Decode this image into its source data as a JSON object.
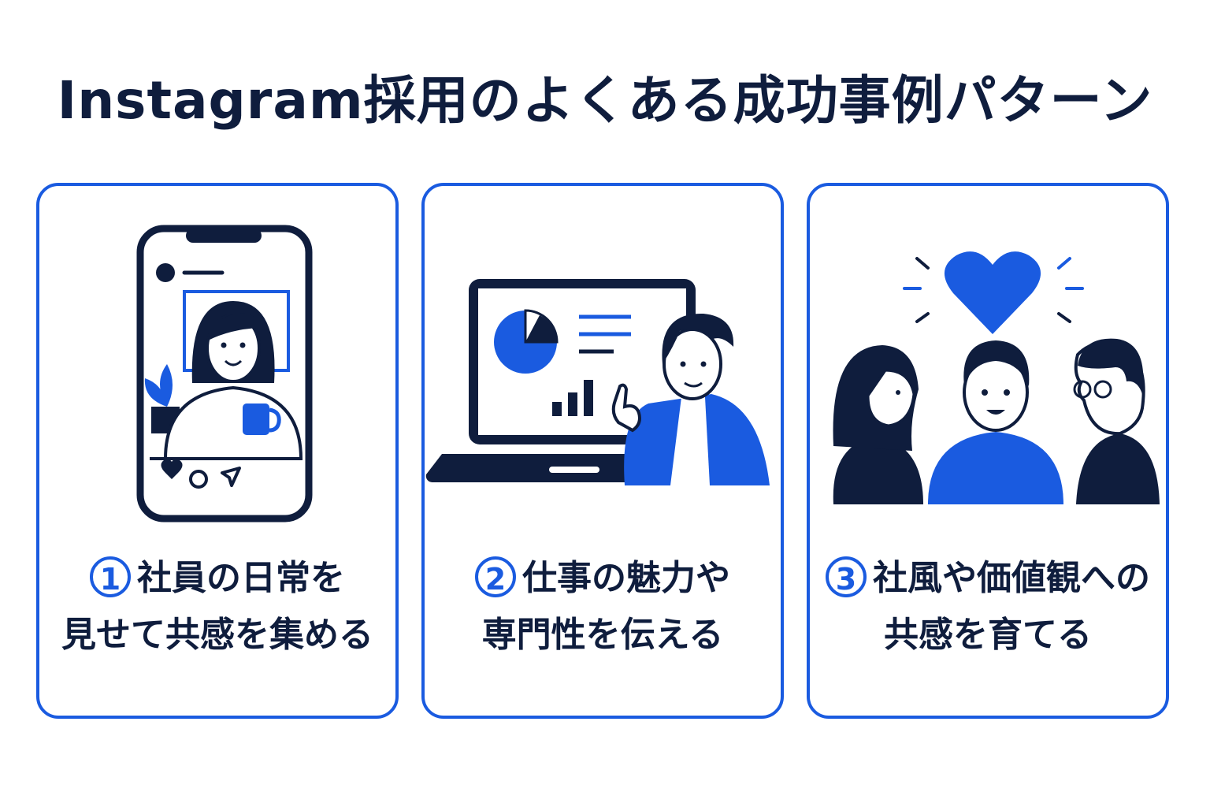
{
  "title": "Instagram採用のよくある成功事例パターン",
  "colors": {
    "navy": "#0f1d3d",
    "blue": "#1a5be0",
    "border": "#1a5be0"
  },
  "cards": [
    {
      "number": "1",
      "line1": "社員の日常を",
      "line2": "見せて共感を集める",
      "illustration": "smartphone-post-icon"
    },
    {
      "number": "2",
      "line1": "仕事の魅力や",
      "line2": "専門性を伝える",
      "illustration": "laptop-presenter-icon"
    },
    {
      "number": "3",
      "line1": "社風や価値観への",
      "line2": "共感を育てる",
      "illustration": "team-heart-icon"
    }
  ]
}
